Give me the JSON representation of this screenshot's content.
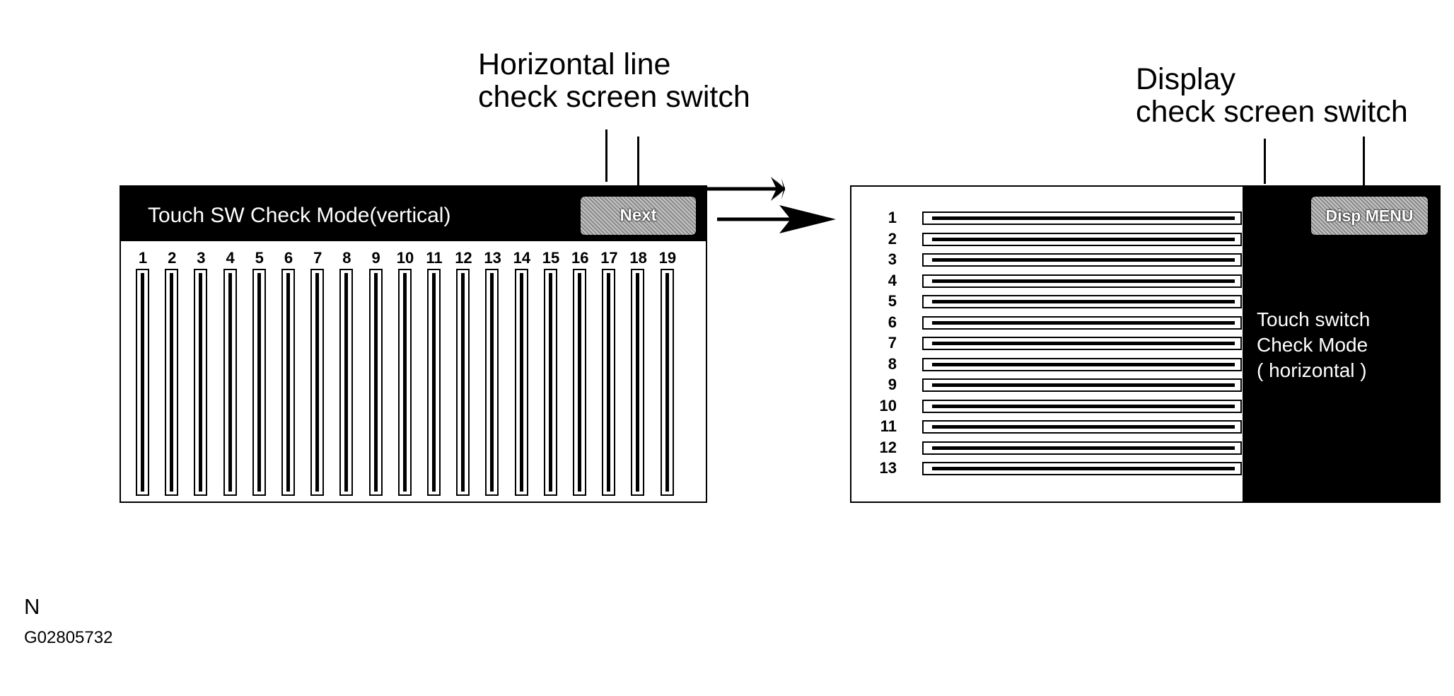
{
  "callouts": {
    "horizontal_switch_line1": "Horizontal line",
    "horizontal_switch_line2": "check screen switch",
    "display_switch_line1": "Display",
    "display_switch_line2": "check screen switch"
  },
  "left_screen": {
    "title": "Touch  SW  Check  Mode(vertical)",
    "next_button": "Next",
    "columns": [
      "1",
      "2",
      "3",
      "4",
      "5",
      "6",
      "7",
      "8",
      "9",
      "10",
      "11",
      "12",
      "13",
      "14",
      "15",
      "16",
      "17",
      "18",
      "19"
    ]
  },
  "right_screen": {
    "disp_button": "Disp MENU",
    "mode_line1": "Touch  switch",
    "mode_line2": "Check  Mode",
    "mode_line3": "( horizontal )",
    "rows": [
      "1",
      "2",
      "3",
      "4",
      "5",
      "6",
      "7",
      "8",
      "9",
      "10",
      "11",
      "12",
      "13"
    ]
  },
  "footer": {
    "letter": "N",
    "figure_id": "G02805732"
  }
}
